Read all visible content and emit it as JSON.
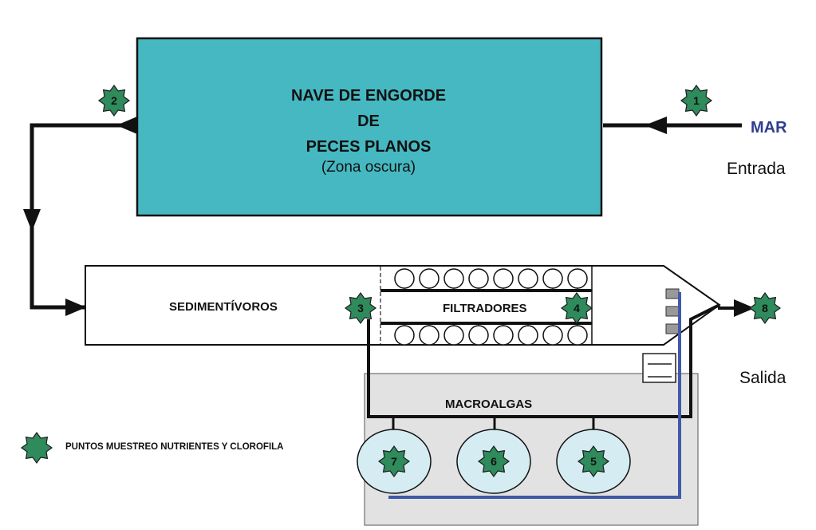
{
  "tank": {
    "title_lines": [
      "NAVE DE ENGORDE",
      "DE",
      "PECES PLANOS"
    ],
    "subtitle": "(Zona oscura)"
  },
  "inlet": {
    "source": "MAR",
    "label": "Entrada"
  },
  "outlet": {
    "label": "Salida"
  },
  "labels": {
    "sedimentivoros": "SEDIMENTÍVOROS",
    "filtradores": "FILTRADORES",
    "macroalgas": "MACROALGAS"
  },
  "legend": {
    "text": "PUNTOS MUESTREO NUTRIENTES Y CLOROFILA"
  },
  "sampling_points": [
    "1",
    "2",
    "3",
    "4",
    "5",
    "6",
    "7",
    "8"
  ],
  "colors": {
    "tank_fill": "#46b8c2",
    "star_fill": "#2f8a5c",
    "pipe_blue": "#3f5aa8",
    "pond_fill": "#d5ecf2",
    "macroalgae_area": "#e2e2e2"
  }
}
